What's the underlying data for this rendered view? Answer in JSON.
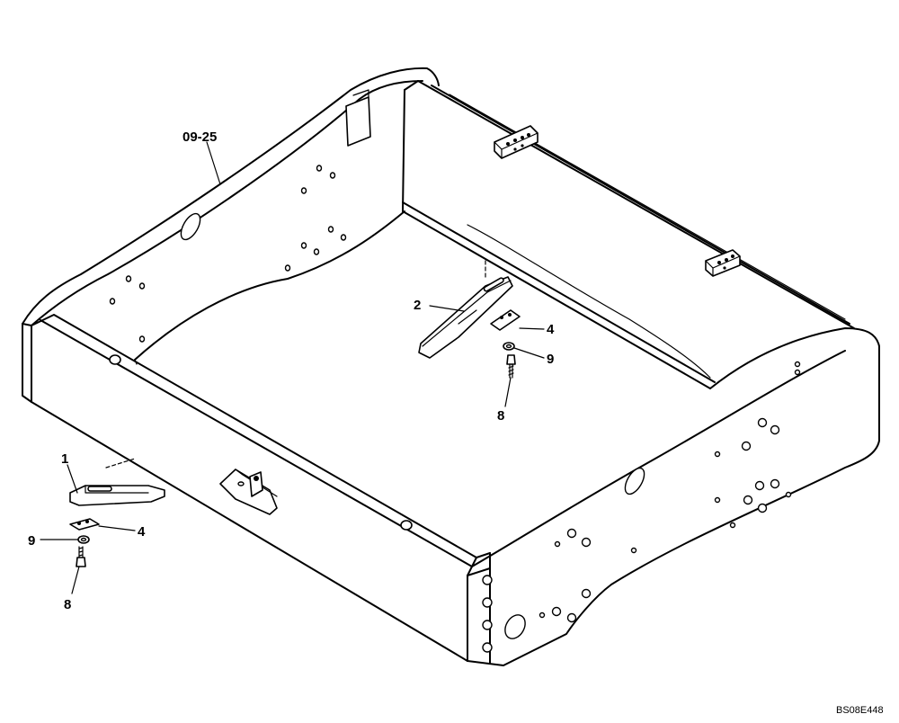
{
  "labels": {
    "frame": "09-25",
    "part_1": "1",
    "part_2": "2",
    "part_4_right": "4",
    "part_9_right": "9",
    "part_8_right": "8",
    "part_4_left": "4",
    "part_9_left": "9",
    "part_8_left": "8"
  },
  "drawing_ref": "BS08E448"
}
